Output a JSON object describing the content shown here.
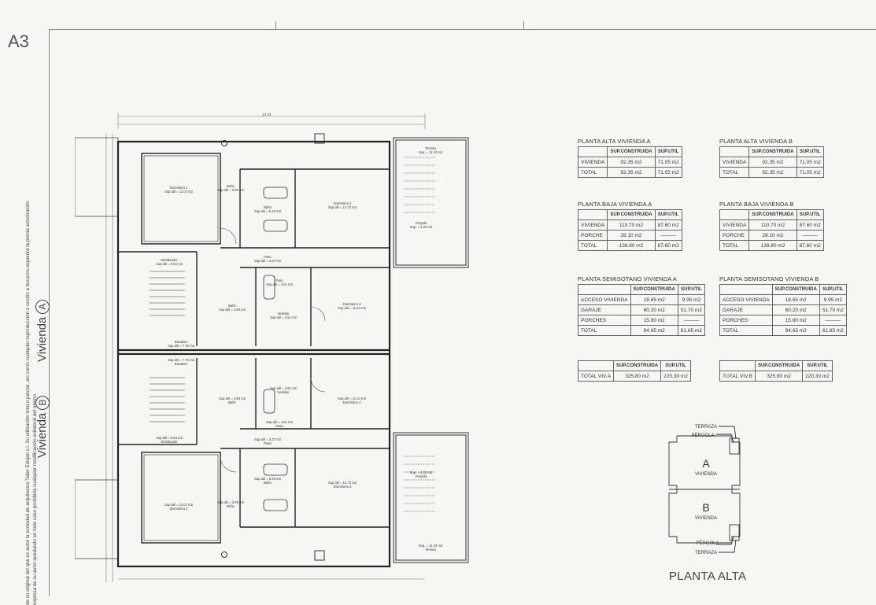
{
  "sheet": {
    "label": "A3",
    "copyright": "de su original del que es autor la sociedad de arquitectos Taller Edujan s.l. Su utilización total o parcial, así como cualquier reproducción o cesión a terceros requerirá la previa autorización expresa de su autor quedando en todo caso prohibida cualquier modificación unilateral del mismo.",
    "title": "PLANTA ALTA"
  },
  "units": {
    "a_label": "Vivienda",
    "a_letter": "A",
    "b_label": "Vivienda",
    "b_letter": "B"
  },
  "plan": {
    "overall_dimension": "14.43",
    "rooms": {
      "terraza_a": "Terraza",
      "terraza_a_area": "Sup. = 11.10 m2",
      "pergola_a": "Pérgola",
      "pergola_a_area": "Sup. = 4.20 m2",
      "dorm2_a": "Dormitorio 2",
      "dorm2_a_area": "Sup.útil = 11.07 m2",
      "bano_a": "Baño",
      "bano_a_area": "Sup.útil = 3.09 m2",
      "bano2_a": "Baño",
      "bano2_a_area": "Sup.útil = 5.48 m2",
      "dorm3_a": "Dormitorio 3",
      "dorm3_a_area": "Sup.útil = 12.72 m2",
      "distrib_a": "Distribuidor",
      "distrib_a_area": "Sup.útil = 9.64 m2",
      "paso_a": "Paso",
      "paso_a_area": "Sup.útil = 3.37 m2",
      "paso2_a": "Paso",
      "paso2_a_area": "Sup.útil = 4.51 m2",
      "bano3_a": "Baño",
      "bano3_a_area": "Sup.útil = 4.59 m2",
      "vestidor_a": "Vestidor",
      "vestidor_a_area": "Sup.útil = 4.51 m2",
      "dorm4_a": "Dormitorio 4",
      "dorm4_a_area": "Sup.útil = 11.44 m2",
      "escalera_a": "Escalera",
      "escalera_a_area": "Sup.útil = 7.75 m2",
      "escalera_b": "Escalera",
      "escalera_b_area": "Sup.útil = 7.75 m2",
      "bano3_b": "Baño",
      "bano3_b_area": "Sup.útil = 4.59 m2",
      "vestidor_b": "Vestidor",
      "vestidor_b_area": "Sup.útil = 4.51 m2",
      "dorm4_b": "Dormitorio 4",
      "dorm4_b_area": "Sup.útil = 11.44 m2",
      "paso2_b": "Paso",
      "paso2_b_area": "Sup.útil = 4.51 m2",
      "distrib_b": "Distribuidor",
      "distrib_b_area": "Sup.útil = 9.64 m2",
      "paso_b": "Paso",
      "paso_b_area": "Sup.útil = 3.37 m2",
      "bano2_b": "Baño",
      "bano2_b_area": "Sup.útil = 5.48 m2",
      "dorm3_b": "Dormitorio 3",
      "dorm3_b_area": "Sup.útil = 12.72 m2",
      "pergola_b": "Pérgola",
      "pergola_b_area": "Sup. = 4.20 m2",
      "dorm2_b": "Dormitorio 2",
      "dorm2_b_area": "Sup.útil = 11.07 m2",
      "bano_b": "Baño",
      "bano_b_area": "Sup.útil = 3.09 m2",
      "terraza_b": "Terraza",
      "terraza_b_area": "Sup. = 11.10 m2"
    }
  },
  "tables": {
    "alta_a": {
      "title": "PLANTA ALTA VIVIENDA A",
      "header": [
        "",
        "SUP.CONSTRUIDA",
        "SUP.UTIL"
      ],
      "rows": [
        [
          "VIVIENDA",
          "92.35 m2",
          "71.05 m2"
        ],
        [
          "TOTAL",
          "92.35 m2",
          "71.05 m2"
        ]
      ]
    },
    "alta_b": {
      "title": "PLANTA ALTA VIVIENDA B",
      "header": [
        "",
        "SUP.CONSTRUIDA",
        "SUP.UTIL"
      ],
      "rows": [
        [
          "VIVIENDA",
          "92.35 m2",
          "71.05 m2"
        ],
        [
          "TOTAL",
          "92.35 m2",
          "71.05 m2"
        ]
      ]
    },
    "baja_a": {
      "title": "PLANTA BAJA VIVIENDA A",
      "header": [
        "",
        "SUP.CONSTRUIDA",
        "SUP.UTIL"
      ],
      "rows": [
        [
          "VIVIENDA",
          "110.70 m2",
          "87.60 m2"
        ],
        [
          "PORCHE",
          "28.10 m2",
          "———"
        ],
        [
          "TOTAL",
          "138.80 m2",
          "87.60 m2"
        ]
      ]
    },
    "baja_b": {
      "title": "PLANTA BAJA VIVIENDA B",
      "header": [
        "",
        "SUP.CONSTRUIDA",
        "SUP.UTIL"
      ],
      "rows": [
        [
          "VIVIENDA",
          "110.70 m2",
          "87.60 m2"
        ],
        [
          "PORCHE",
          "28.10 m2",
          "———"
        ],
        [
          "TOTAL",
          "138.80 m2",
          "87.60 m2"
        ]
      ]
    },
    "semi_a": {
      "title": "PLANTA SEMISOTANO VIVIENDA A",
      "header": [
        "",
        "SUP.CONSTRUIDA",
        "SUP.UTIL"
      ],
      "rows": [
        [
          "ACCESO VIVIENDA",
          "18.65 m2",
          "9.95 m2"
        ],
        [
          "GARAJE",
          "60.20 m2",
          "51.70 m2"
        ],
        [
          "PORCHES",
          "15.80 m2",
          "———"
        ],
        [
          "TOTAL",
          "94.65 m2",
          "61.65 m2"
        ]
      ]
    },
    "semi_b": {
      "title": "PLANTA SEMISOTANO VIVIENDA B",
      "header": [
        "",
        "SUP.CONSTRUIDA",
        "SUP.UTIL"
      ],
      "rows": [
        [
          "ACCESO VIVIENDA",
          "18.65 m2",
          "9.95 m2"
        ],
        [
          "GARAJE",
          "60.20 m2",
          "51.70 m2"
        ],
        [
          "PORCHES",
          "15.80 m2",
          "———"
        ],
        [
          "TOTAL",
          "94.65 m2",
          "61.65 m2"
        ]
      ]
    },
    "total_a": {
      "header": [
        "",
        "SUP.CONSTRUIDA",
        "SUP.UTIL"
      ],
      "rows": [
        [
          "TOTAL VIV.A",
          "325.80 m2",
          "220.30 m2"
        ]
      ]
    },
    "total_b": {
      "header": [
        "",
        "SUP.CONSTRUIDA",
        "SUP.UTIL"
      ],
      "rows": [
        [
          "TOTAL VIV.B",
          "325.80 m2",
          "220.30 m2"
        ]
      ]
    }
  },
  "key_plan": {
    "terraza_top": "TERRAZA",
    "pergola_top": "PÉRGOLA",
    "a_letter": "A",
    "a_label": "VIVIENDA",
    "b_letter": "B",
    "b_label": "VIVIENDA",
    "pergola_bottom": "PÉRGOLA",
    "terraza_bottom": "TERRAZA"
  }
}
